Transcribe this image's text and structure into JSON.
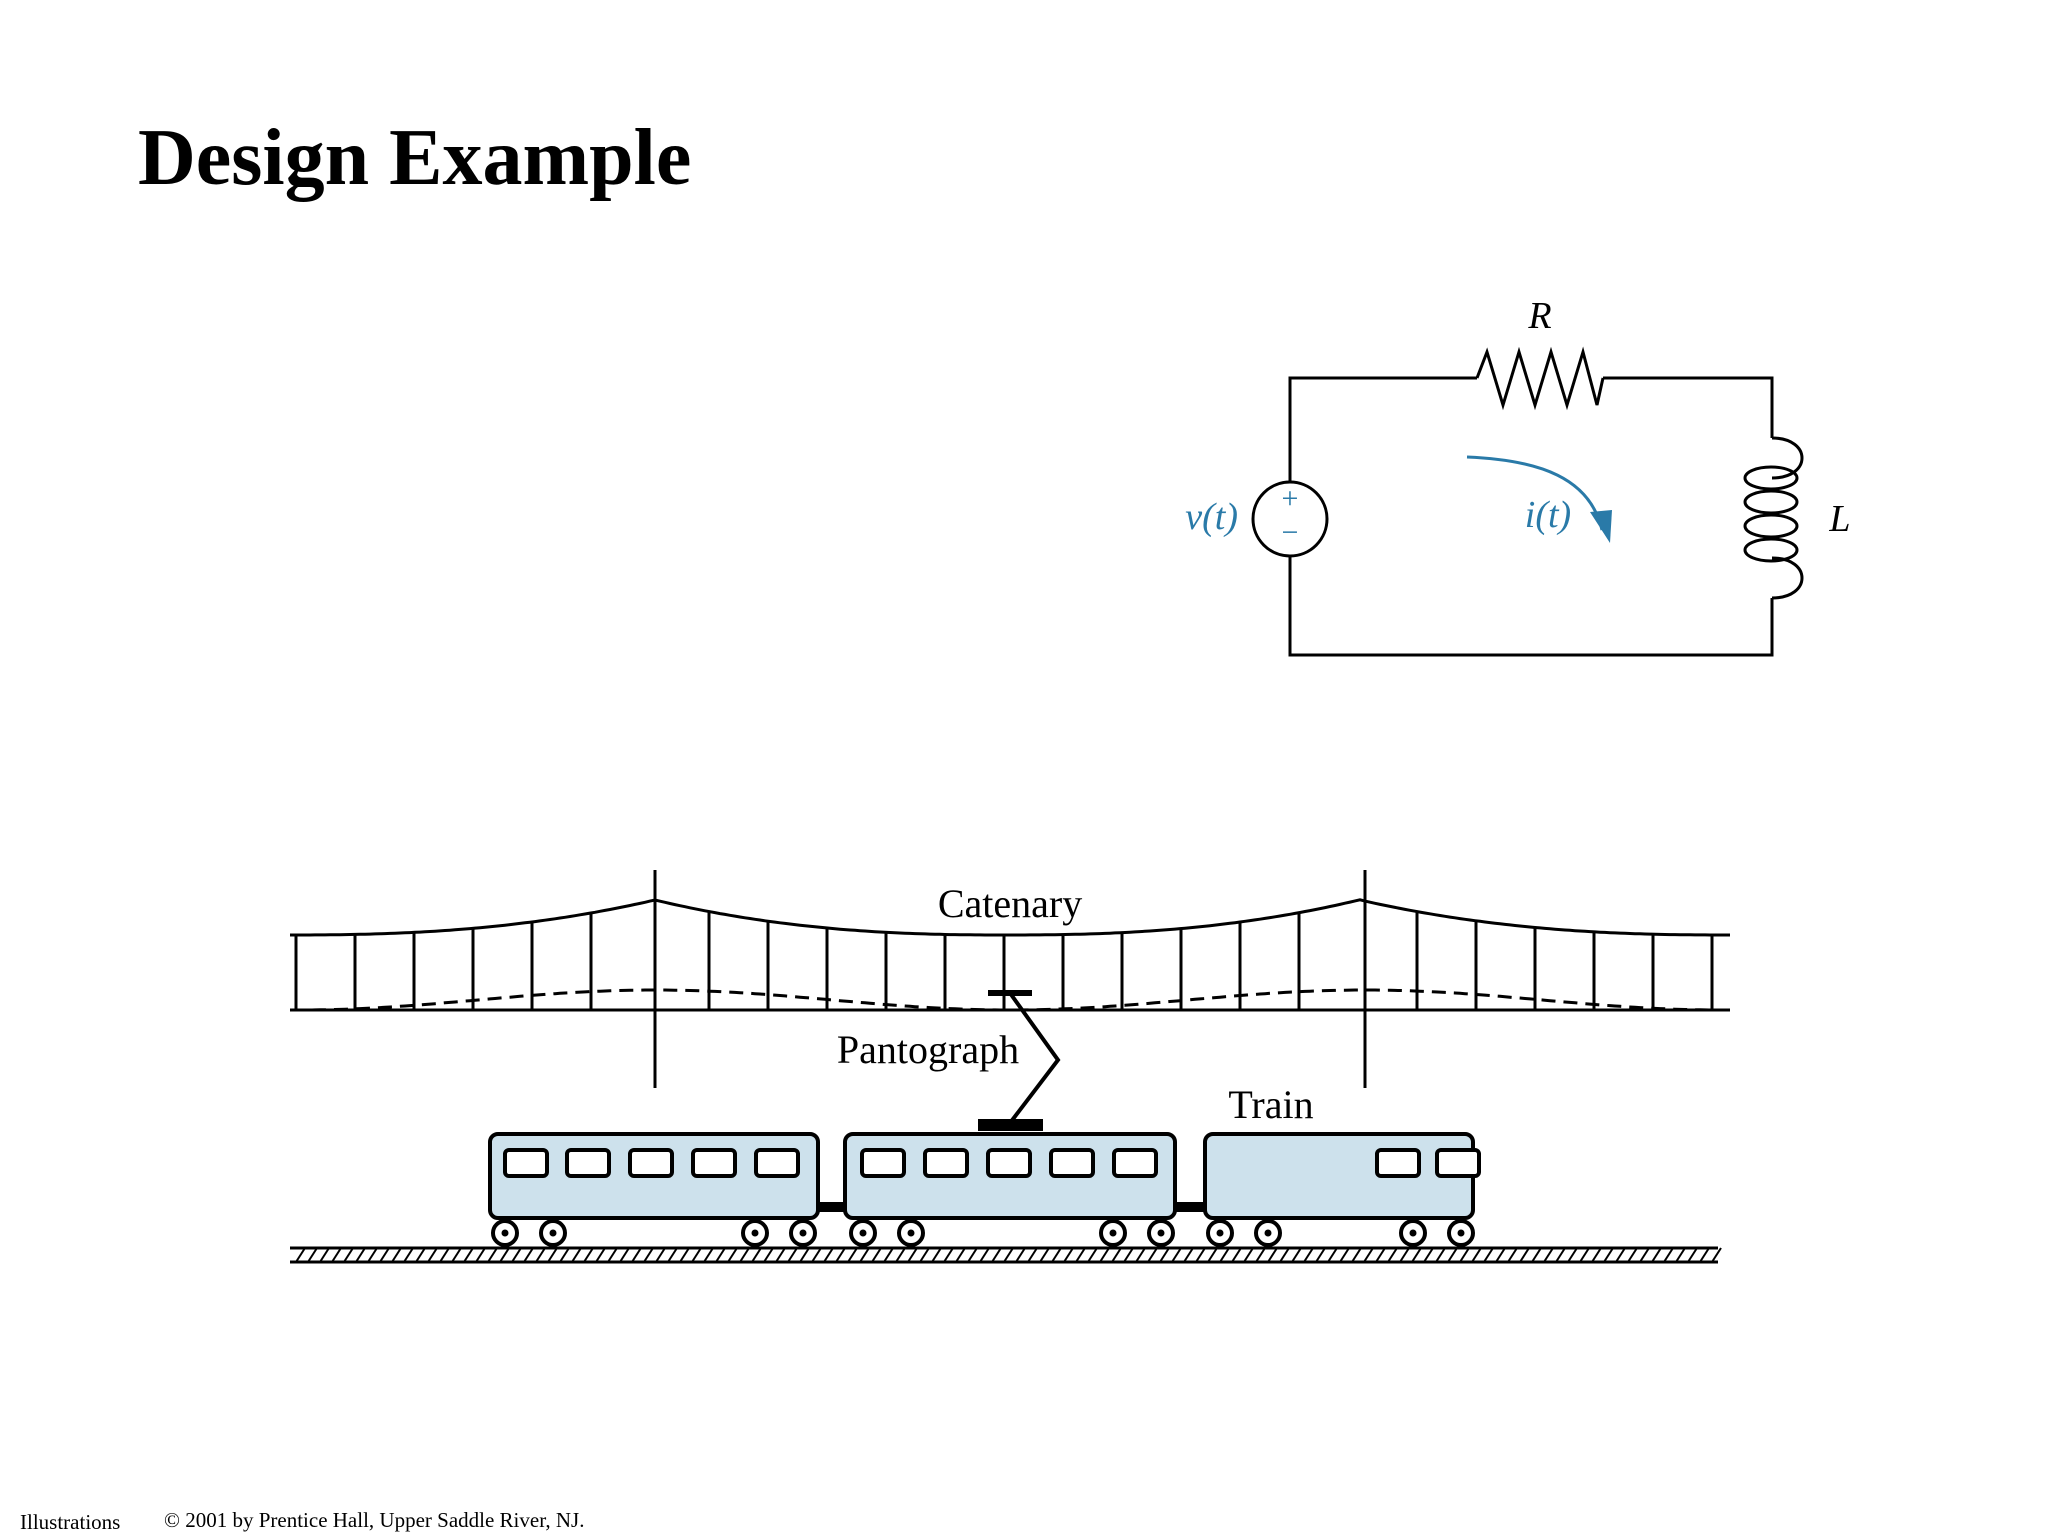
{
  "slide": {
    "title": "Design Example",
    "footer_left": "Illustrations",
    "footer_copyright": "© 2001 by Prentice Hall, Upper Saddle River, NJ."
  },
  "circuit": {
    "resistor_label": "R",
    "inductor_label": "L",
    "source_label": "v(t)",
    "current_label": "i(t)",
    "plus_sign": "+",
    "minus_sign": "−",
    "accent_color": "#2a7aa8"
  },
  "train_figure": {
    "catenary_label": "Catenary",
    "pantograph_label": "Pantograph",
    "train_label": "Train",
    "car_color": "#cde1ec"
  }
}
